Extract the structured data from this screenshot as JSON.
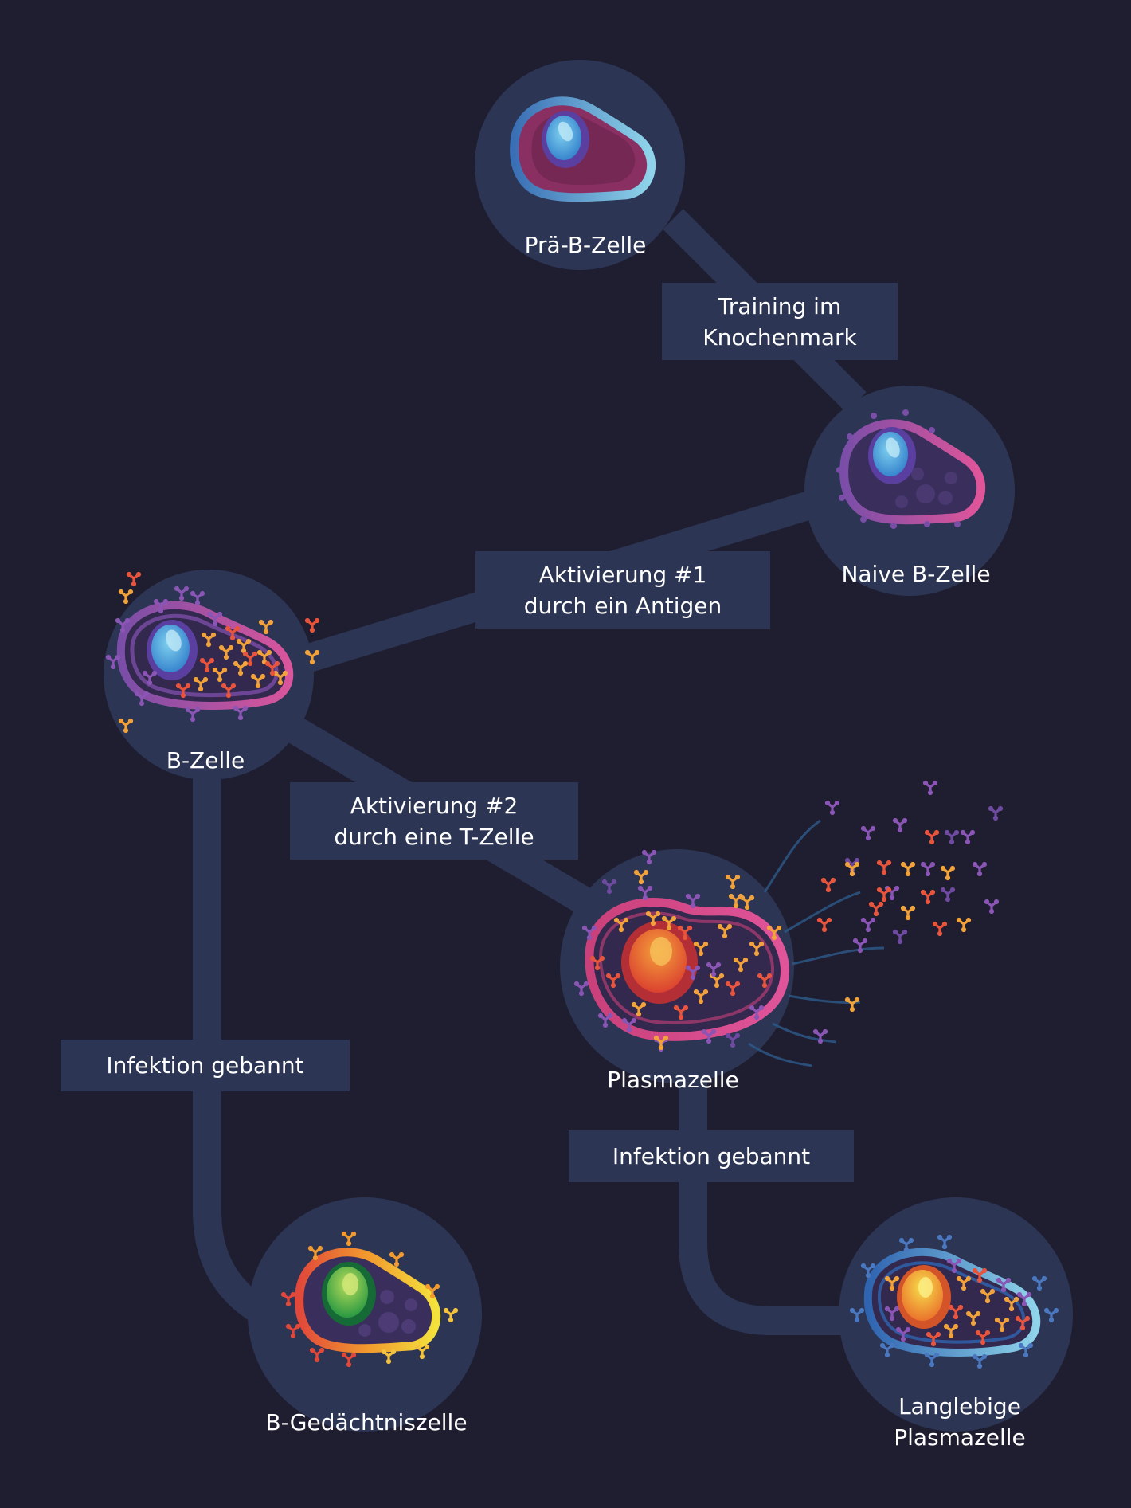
{
  "colors": {
    "background": "#1f1e31",
    "node": "#2c3553",
    "connector": "#2c3553",
    "text": "#ffffff"
  },
  "cells": {
    "pre_b": {
      "label": "Prä-B-Zelle"
    },
    "naive_b": {
      "label": "Naive B-Zelle"
    },
    "b_cell": {
      "label": "B-Zelle"
    },
    "plasma": {
      "label": "Plasmazelle"
    },
    "memory": {
      "label": "B-Gedächtniszelle"
    },
    "long_lived": {
      "line1": "Langlebige",
      "line2": "Plasmazelle"
    }
  },
  "steps": {
    "training": {
      "line1": "Training im",
      "line2": "Knochenmark"
    },
    "activation1": {
      "line1": "Aktivierung #1",
      "line2": "durch ein Antigen"
    },
    "activation2": {
      "line1": "Aktivierung #2",
      "line2": "durch eine T-Zelle"
    },
    "infection_left": {
      "label": "Infektion gebannt"
    },
    "infection_right": {
      "label": "Infektion gebannt"
    }
  }
}
